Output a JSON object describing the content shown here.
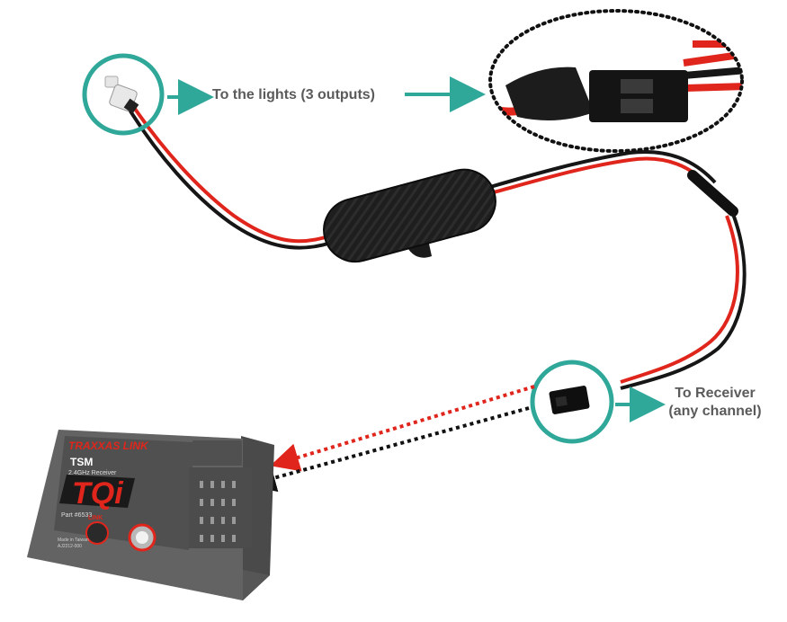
{
  "callouts": {
    "lights": "To the lights (3 outputs)",
    "receiver_line1": "To Receiver",
    "receiver_line2": "(any channel)"
  },
  "receiver": {
    "brand": "TRAXXAS LINK",
    "model_prefix": "TSM",
    "band": "2.4GHz Receiver",
    "model": "TQi",
    "part": "Part #6533",
    "link_button": "LINK",
    "made_in": "Made in Taiwan",
    "serial": "AJ2212-000"
  },
  "colors": {
    "callout_teal": "#2fa89a",
    "wire_red": "#e0261c",
    "wire_black": "#161616",
    "receiver_gray": "#5e5e5e",
    "dotted_red": "#e0261c",
    "dotted_black": "#111111"
  }
}
